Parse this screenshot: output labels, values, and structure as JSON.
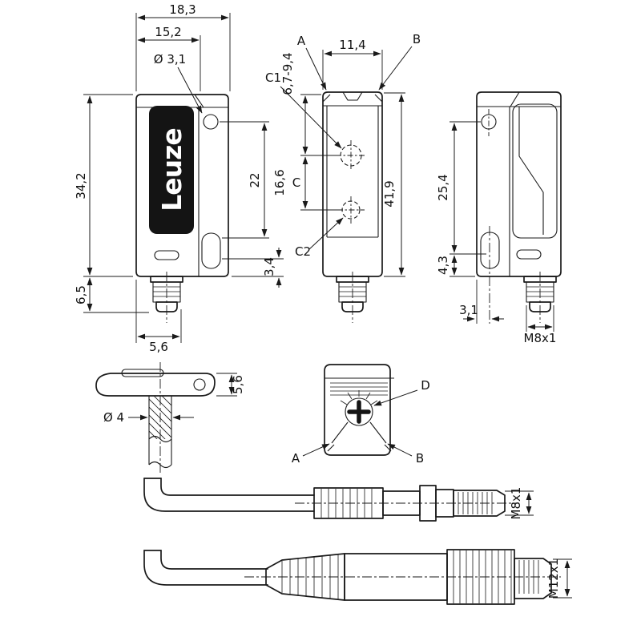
{
  "drawing": {
    "brand_logo": "Leuze",
    "side_view": {
      "width_overall": "18,3",
      "width_body": "15,2",
      "hole_diameter": "Ø 3,1",
      "height_body": "34,2",
      "height_connector": "6,5",
      "connector_width": "5,6",
      "hole_to_slot": "22",
      "slot_to_bottom": "3,4"
    },
    "front_view": {
      "label_a": "A",
      "label_b": "B",
      "label_c": "C",
      "label_c1": "C1",
      "label_c2": "C2",
      "width": "11,4",
      "optical_axis_range": "6,7-9,4",
      "axis_spacing": "16,6",
      "height_total": "41,9"
    },
    "right_view": {
      "hole_to_slot": "25,4",
      "slot_to_bottom": "4,3",
      "axis_offset": "3,1",
      "connector_thread": "M8x1"
    },
    "bracket_view": {
      "plate_thickness": "5,6",
      "rod_diameter": "Ø 4"
    },
    "top_view": {
      "label_a": "A",
      "label_b": "B",
      "label_d": "D"
    },
    "cable_m8": {
      "thread": "M8x1"
    },
    "cable_m12": {
      "thread": "M12x1"
    }
  }
}
